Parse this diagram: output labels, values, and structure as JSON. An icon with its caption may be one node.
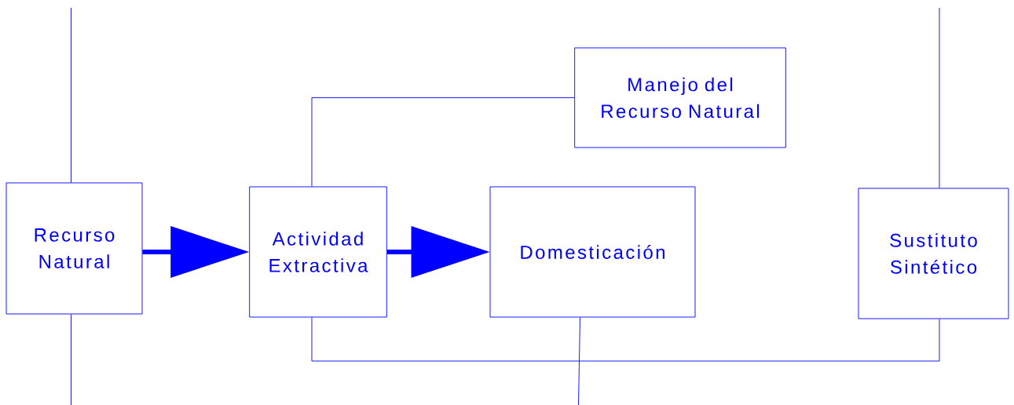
{
  "diagram": {
    "nodes": [
      {
        "text": [
          "Recurso Natural"
        ]
      },
      {
        "text": [
          "Actividad Extractiva"
        ]
      },
      {
        "text": [
          "Manejo del Recurso Natural"
        ]
      },
      {
        "text": [
          "Domesticación"
        ]
      },
      {
        "text": [
          "Sustituto Sintético"
        ]
      }
    ],
    "edges": [
      {
        "from": 0,
        "to": 1,
        "arrow": "to",
        "style": "thick"
      },
      {
        "from": 1,
        "to": 3,
        "arrow": "to",
        "style": "thick"
      },
      {
        "from": 1,
        "to": 2,
        "arrow": "none"
      },
      {
        "from": 1,
        "to": 4,
        "arrow": "none"
      },
      {
        "from": null,
        "to": 0,
        "arrow": "none"
      },
      {
        "from": 0,
        "to": null,
        "arrow": "none"
      },
      {
        "from": 3,
        "to": null,
        "arrow": "none"
      },
      {
        "from": null,
        "to": 4,
        "arrow": "none"
      }
    ]
  }
}
